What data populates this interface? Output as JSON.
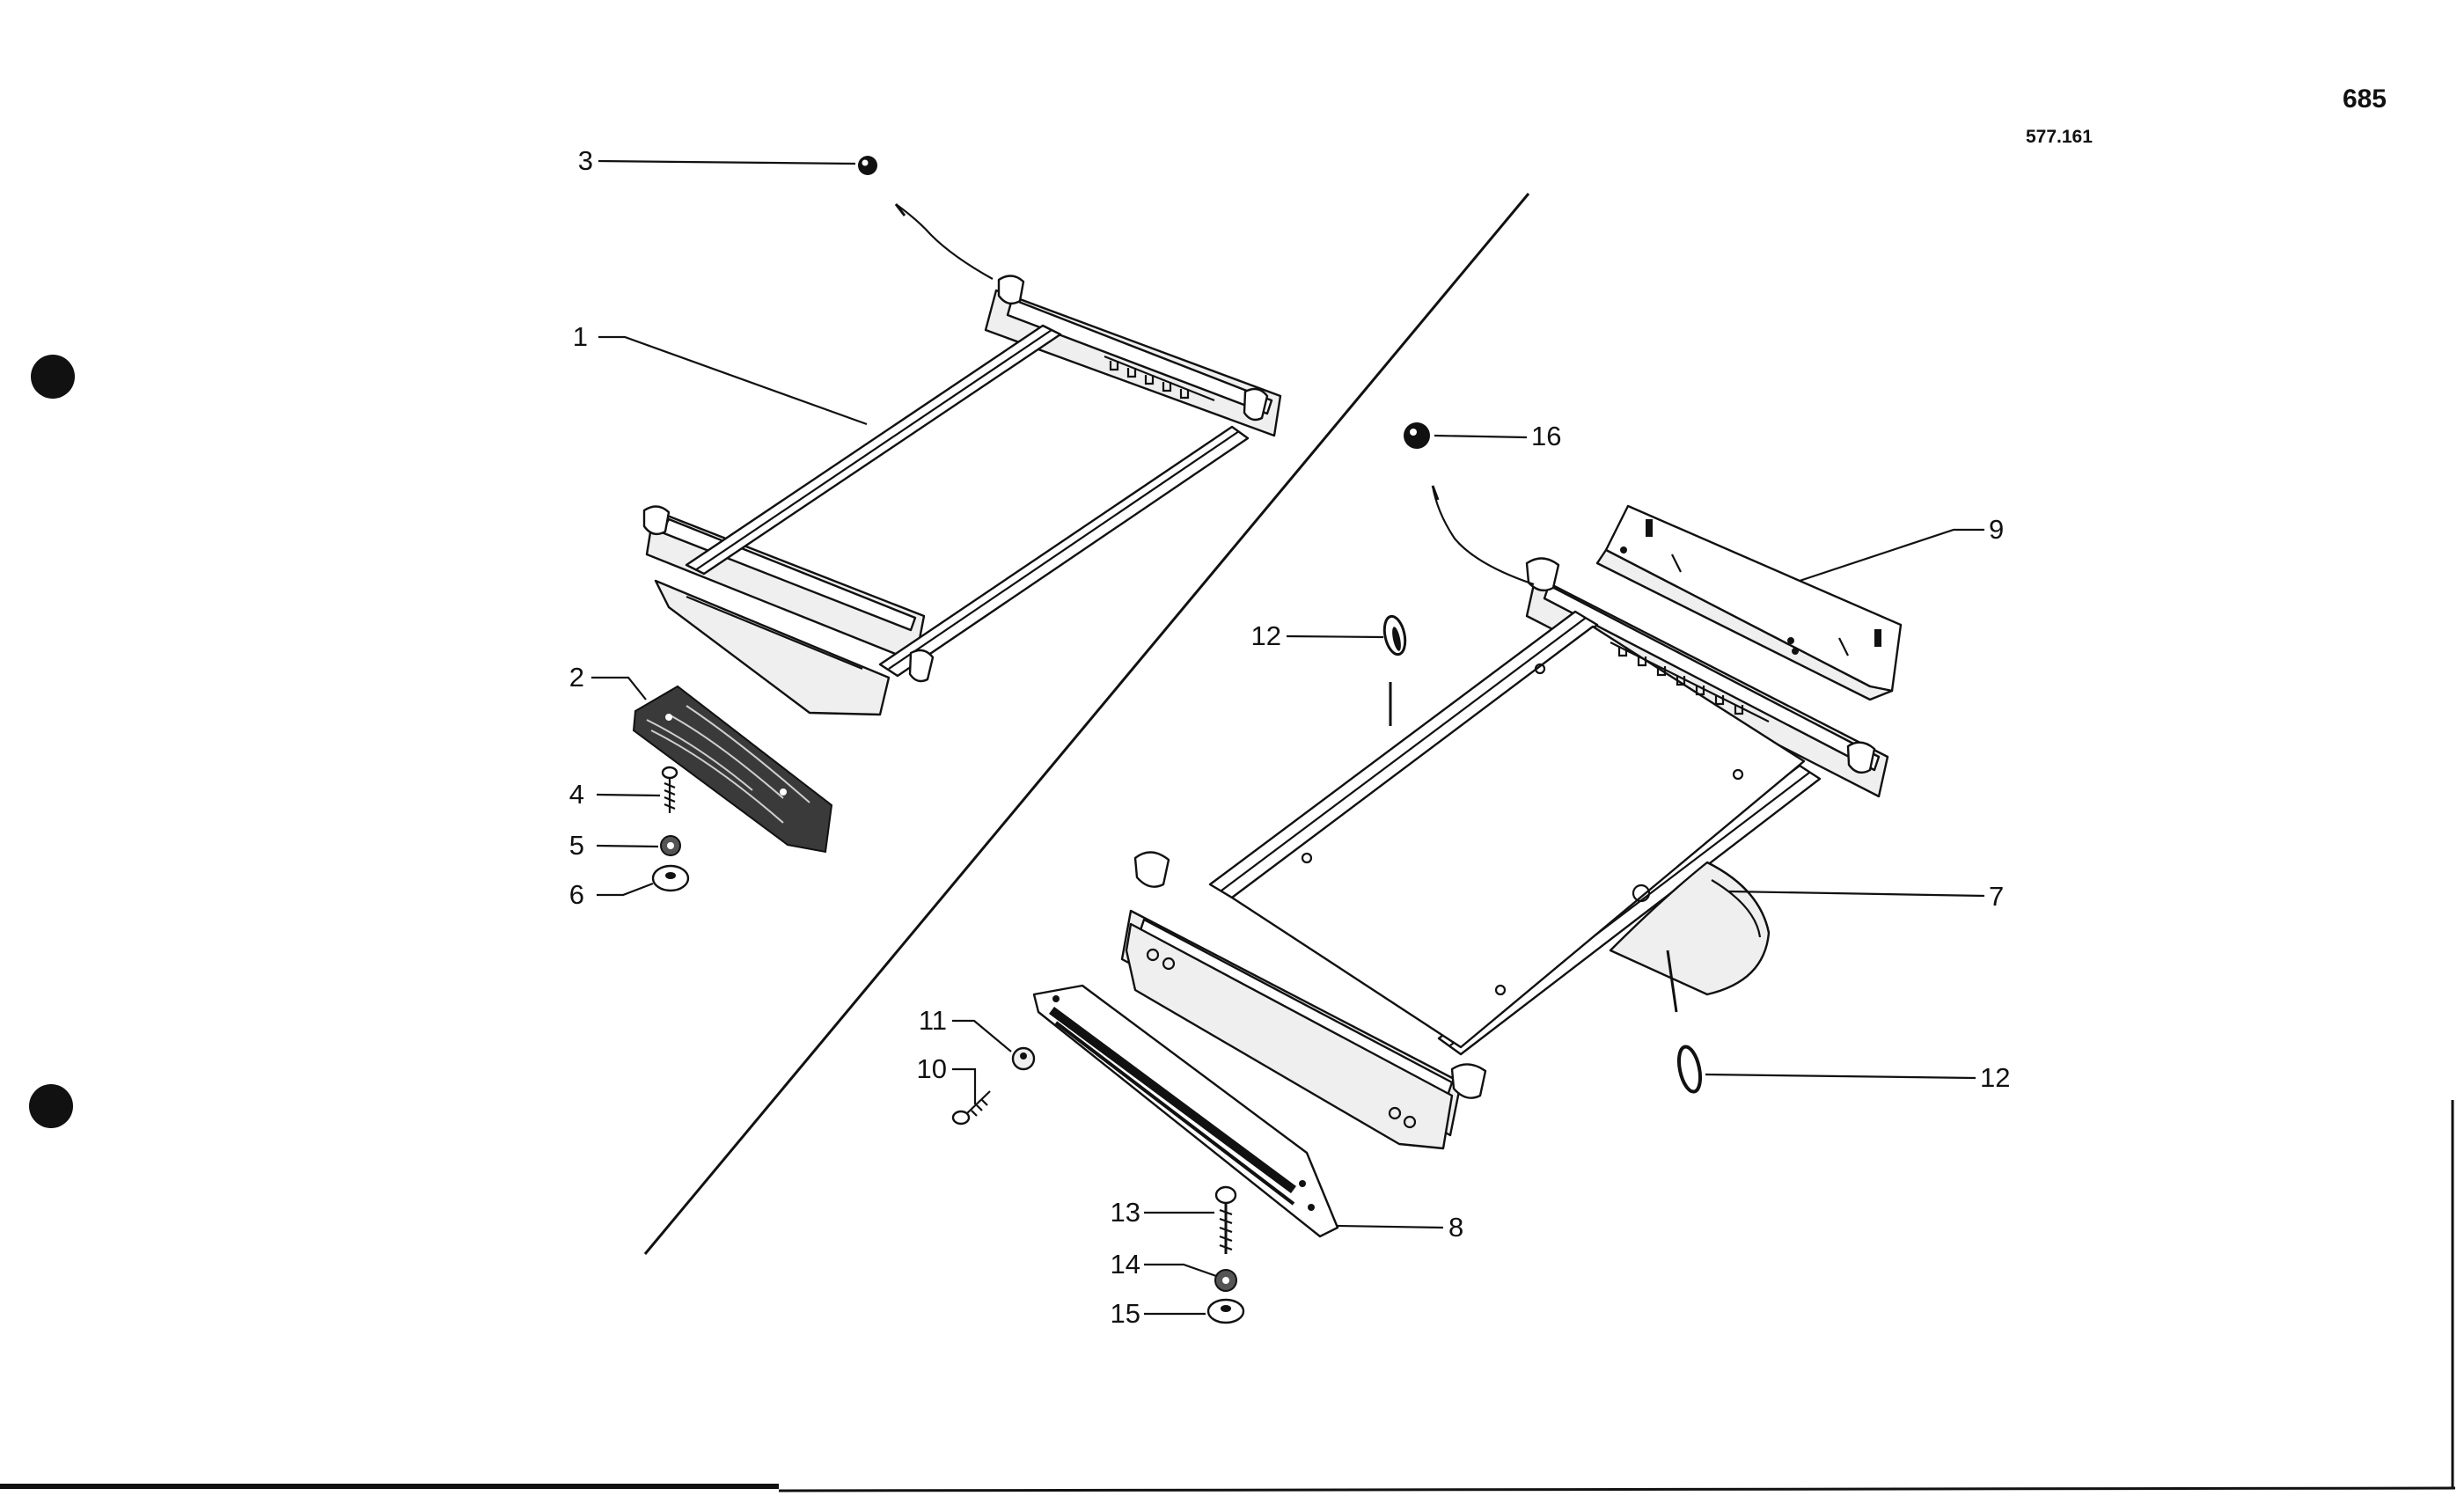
{
  "page_number": "685",
  "drawing_ref": "577.161",
  "callouts": {
    "c1": "1",
    "c2": "2",
    "c3": "3",
    "c4": "4",
    "c5": "5",
    "c6": "6",
    "c7": "7",
    "c8": "8",
    "c9": "9",
    "c10": "10",
    "c11": "11",
    "c12a": "12",
    "c12b": "12",
    "c13": "13",
    "c14": "14",
    "c15": "15",
    "c16": "16"
  }
}
